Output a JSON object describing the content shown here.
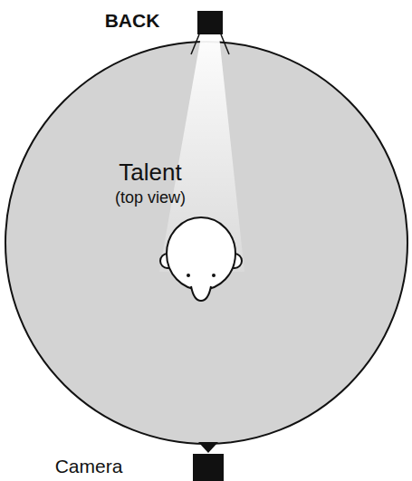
{
  "diagram": {
    "labels": [
      "BACK",
      "Talent",
      "(top view)",
      "Camera"
    ]
  }
}
